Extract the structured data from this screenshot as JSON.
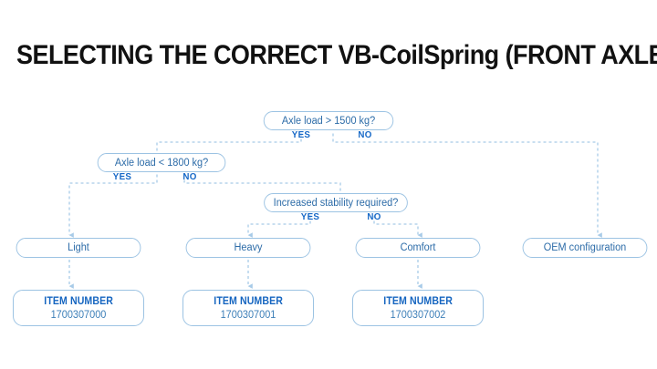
{
  "page": {
    "title": "SELECTING THE CORRECT VB-CoilSpring (FRONT AXLE)",
    "background": "#ffffff"
  },
  "colors": {
    "title_text": "#111111",
    "box_border": "#9cc3e3",
    "box_text": "#2d6ca8",
    "label_text": "#1668c7",
    "item_title": "#1565c0",
    "item_number": "#3d7fb8",
    "connector": "#a8cbe8"
  },
  "flow": {
    "decisions": [
      {
        "id": "decision-axle-load-1500",
        "text": "Axle load > 1500 kg?",
        "yes_label": "YES",
        "no_label": "NO"
      },
      {
        "id": "decision-axle-load-1800",
        "text": "Axle load < 1800 kg?",
        "yes_label": "YES",
        "no_label": "NO"
      },
      {
        "id": "decision-increased-stability",
        "text": "Increased stability required?",
        "yes_label": "YES",
        "no_label": "NO"
      }
    ],
    "results": [
      {
        "id": "result-light",
        "text": "Light"
      },
      {
        "id": "result-heavy",
        "text": "Heavy"
      },
      {
        "id": "result-comfort",
        "text": "Comfort"
      },
      {
        "id": "result-oem",
        "text": "OEM configuration"
      }
    ],
    "items": [
      {
        "id": "item-light",
        "title": "ITEM NUMBER",
        "number": "1700307000"
      },
      {
        "id": "item-heavy",
        "title": "ITEM NUMBER",
        "number": "1700307001"
      },
      {
        "id": "item-comfort",
        "title": "ITEM NUMBER",
        "number": "1700307002"
      }
    ]
  }
}
